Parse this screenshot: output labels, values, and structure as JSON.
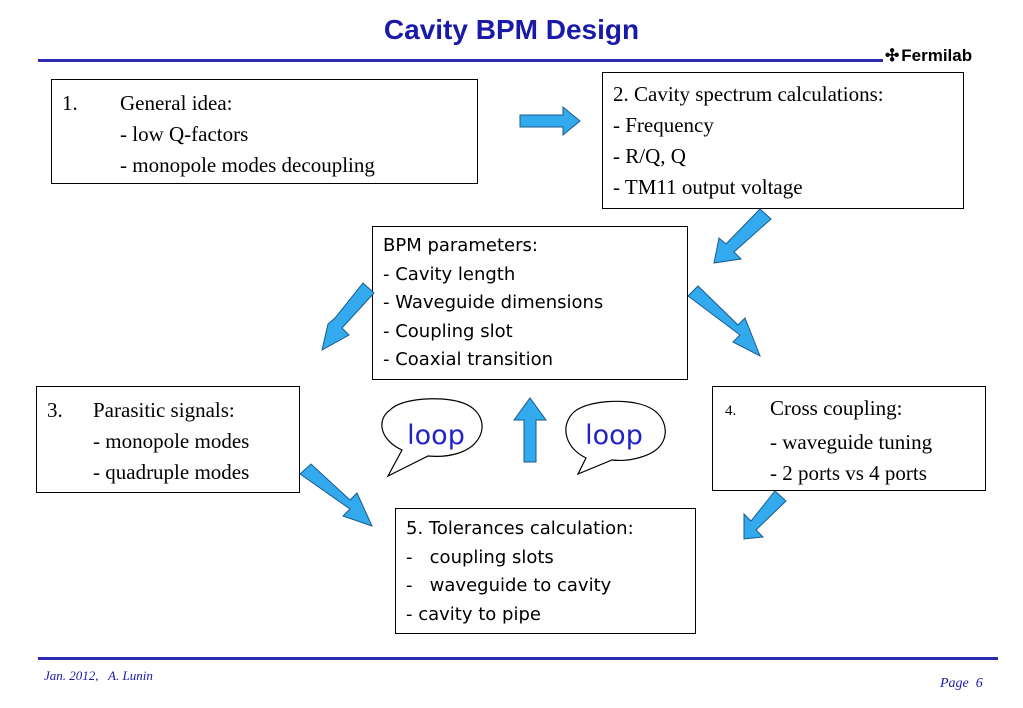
{
  "header": {
    "title": "Cavity BPM Design",
    "logo_text": "Fermilab"
  },
  "box1": {
    "number": "1.",
    "heading": "General idea:",
    "items": [
      "- low Q-factors",
      "- monopole modes decoupling"
    ]
  },
  "box2": {
    "heading": "2. Cavity spectrum calculations:",
    "items": [
      "- Frequency",
      "- R/Q, Q",
      "- TM11 output voltage"
    ]
  },
  "center": {
    "heading": "BPM parameters:",
    "items": [
      "- Cavity length",
      "- Waveguide dimensions",
      "- Coupling slot",
      "- Coaxial transition"
    ]
  },
  "box3": {
    "number": "3.",
    "heading": "Parasitic signals:",
    "items": [
      "- monopole modes",
      "- quadruple modes"
    ]
  },
  "box4": {
    "number": "4.",
    "heading": "Cross coupling:",
    "items": [
      "- waveguide tuning",
      "- 2 ports vs 4 ports"
    ]
  },
  "box5": {
    "heading": "5. Tolerances calculation:",
    "items": [
      "-   coupling slots",
      "-   waveguide to cavity",
      "- cavity to pipe"
    ]
  },
  "loops": {
    "left": "loop",
    "right": "loop"
  },
  "footer": {
    "left": "Jan. 2012,   A. Lunin",
    "right": "Page  6"
  },
  "colors": {
    "title": "#1a1aa8",
    "arrow_fill": "#33aaee",
    "loop_text": "#2222cc"
  }
}
